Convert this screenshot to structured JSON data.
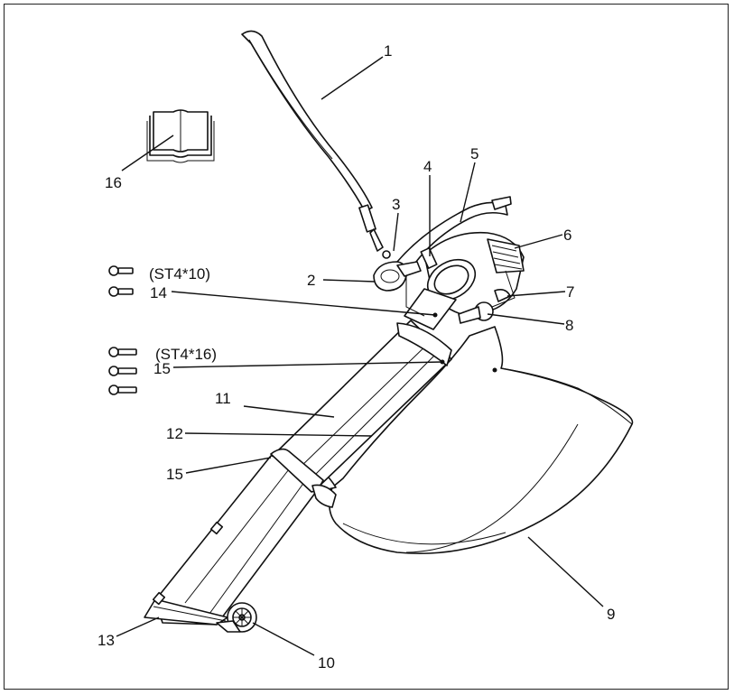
{
  "callouts": [
    {
      "id": "1",
      "text": "1"
    },
    {
      "id": "2",
      "text": "2"
    },
    {
      "id": "3",
      "text": "3"
    },
    {
      "id": "4",
      "text": "4"
    },
    {
      "id": "5",
      "text": "5"
    },
    {
      "id": "6",
      "text": "6"
    },
    {
      "id": "7",
      "text": "7"
    },
    {
      "id": "8",
      "text": "8"
    },
    {
      "id": "9",
      "text": "9"
    },
    {
      "id": "10",
      "text": "10"
    },
    {
      "id": "11",
      "text": "11"
    },
    {
      "id": "12",
      "text": "12"
    },
    {
      "id": "13",
      "text": "13"
    },
    {
      "id": "14",
      "text": "14"
    },
    {
      "id": "15a",
      "text": "15"
    },
    {
      "id": "15b",
      "text": "15"
    },
    {
      "id": "16",
      "text": "16"
    }
  ],
  "screws": {
    "short_spec": "(ST4*10)",
    "long_spec": "(ST4*16)"
  },
  "icons": {
    "manual": "manual-book-icon",
    "screw": "screw-icon"
  }
}
